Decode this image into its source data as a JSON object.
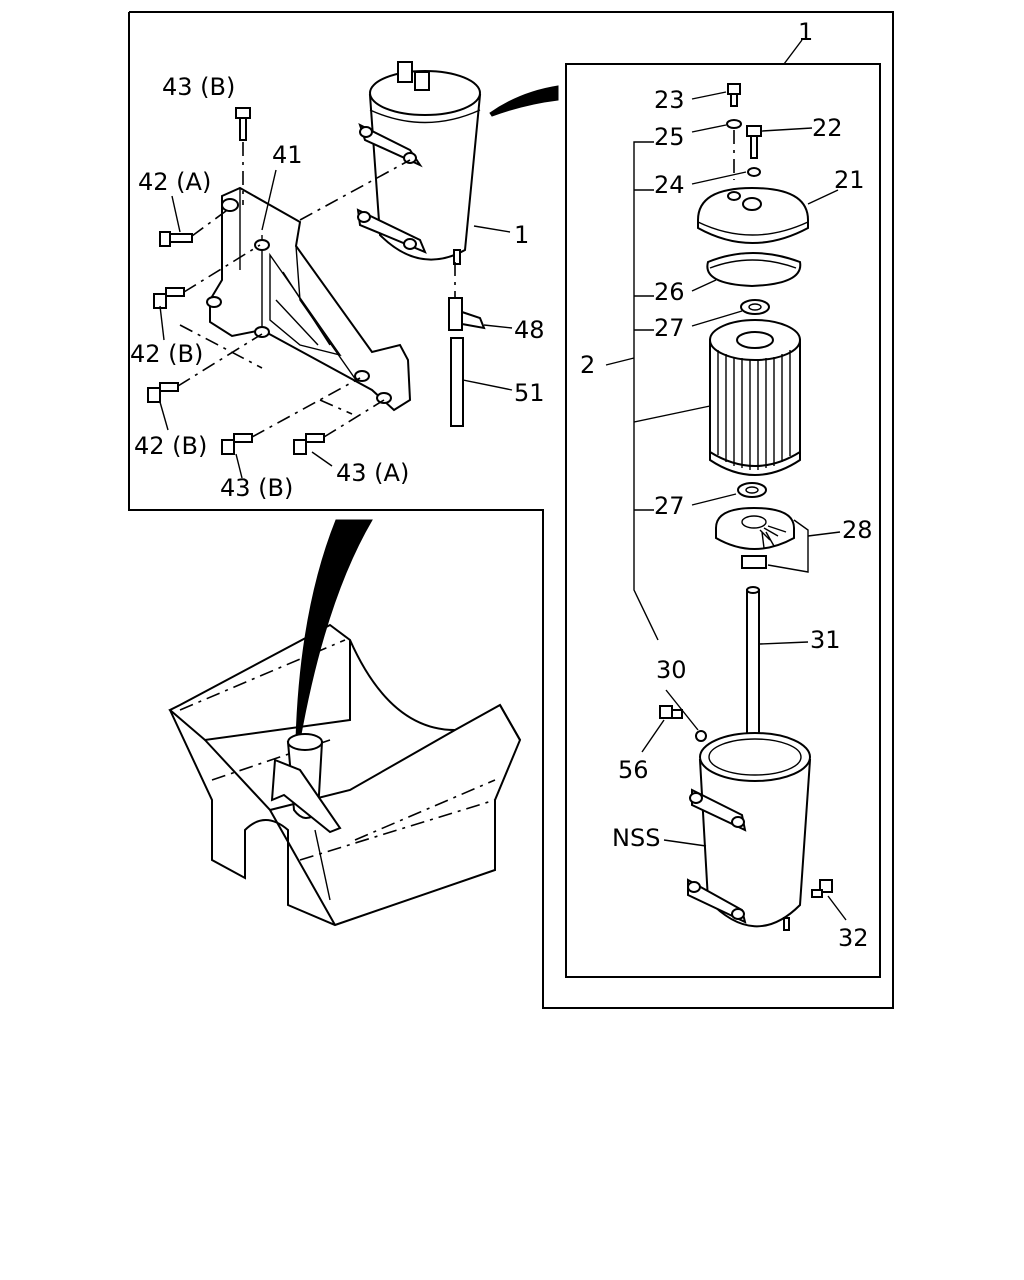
{
  "labels": {
    "l1_top": "1",
    "l1_assy": "1",
    "l2": "2",
    "l21": "21",
    "l22": "22",
    "l23": "23",
    "l24": "24",
    "l25": "25",
    "l26": "26",
    "l27a": "27",
    "l27b": "27",
    "l28": "28",
    "l30": "30",
    "l31": "31",
    "l32": "32",
    "l41": "41",
    "l42a": "42 (A)",
    "l42b1": "42 (B)",
    "l42b2": "42 (B)",
    "l43b1": "43 (B)",
    "l43b2": "43 (B)",
    "l43a": "43 (A)",
    "l48": "48",
    "l51": "51",
    "l56": "56",
    "lnss": "NSS"
  }
}
